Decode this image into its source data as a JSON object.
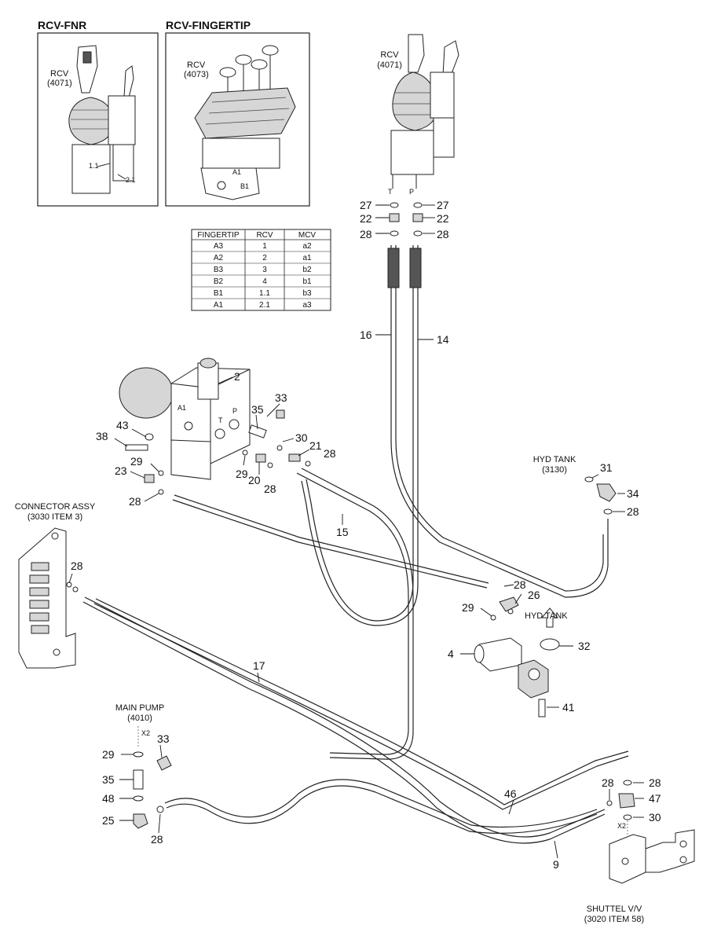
{
  "insets": [
    {
      "title": "RCV-FNR",
      "rcv_label": "RCV",
      "rcv_code": "(4071)",
      "port_a": "1.1",
      "port_b": "2.1"
    },
    {
      "title": "RCV-FINGERTIP",
      "rcv_label": "RCV",
      "rcv_code": "(4073)",
      "port_a": "A1",
      "port_b": "B1"
    }
  ],
  "port_table": {
    "headers": [
      "FINGERTIP",
      "RCV",
      "MCV"
    ],
    "rows": [
      [
        "A3",
        "1",
        "a2"
      ],
      [
        "A2",
        "2",
        "a1"
      ],
      [
        "B3",
        "3",
        "b2"
      ],
      [
        "B2",
        "4",
        "b1"
      ],
      [
        "B1",
        "1.1",
        "b3"
      ],
      [
        "A1",
        "2.1",
        "a3"
      ]
    ]
  },
  "components": {
    "rcv_main": {
      "label": "RCV",
      "code": "(4071)",
      "port_t": "T",
      "port_p": "P"
    },
    "valve_block": {
      "port_a1": "A1",
      "port_t": "T",
      "port_p": "P"
    },
    "hyd_tank_top": {
      "label": "HYD TANK",
      "code": "(3130)"
    },
    "connector_assy": {
      "label": "CONNECTOR ASSY",
      "code": "(3030 ITEM 3)"
    },
    "hyd_tank_arrow": {
      "label": "HYD TANK"
    },
    "main_pump": {
      "label": "MAIN PUMP",
      "code": "(4010)",
      "qty": "X2"
    },
    "shuttle_valve": {
      "label": "SHUTTEL V/V",
      "code": "(3020 ITEM 58)",
      "qty": "X2"
    }
  },
  "callouts": {
    "c27a": "27",
    "c27b": "27",
    "c22a": "22",
    "c22b": "22",
    "c28a": "28",
    "c28b": "28",
    "c16": "16",
    "c14": "14",
    "c2": "2",
    "c33a": "33",
    "c35a": "35",
    "c43": "43",
    "c38": "38",
    "c30a": "30",
    "c21": "21",
    "c28c": "28",
    "c29a": "29",
    "c23": "23",
    "c29b": "29",
    "c20": "20",
    "c28d": "28",
    "c28e": "28",
    "c31": "31",
    "c34": "34",
    "c28f": "28",
    "c15": "15",
    "c28g": "28",
    "c28h": "28",
    "c26": "26",
    "c29c": "29",
    "c4": "4",
    "c32": "32",
    "c41": "41",
    "c17": "17",
    "c29d": "29",
    "c33b": "33",
    "c35b": "35",
    "c48": "48",
    "c25": "25",
    "c28i": "28",
    "c46": "46",
    "c28j": "28",
    "c28k": "28",
    "c47": "47",
    "c30b": "30",
    "c9": "9"
  }
}
